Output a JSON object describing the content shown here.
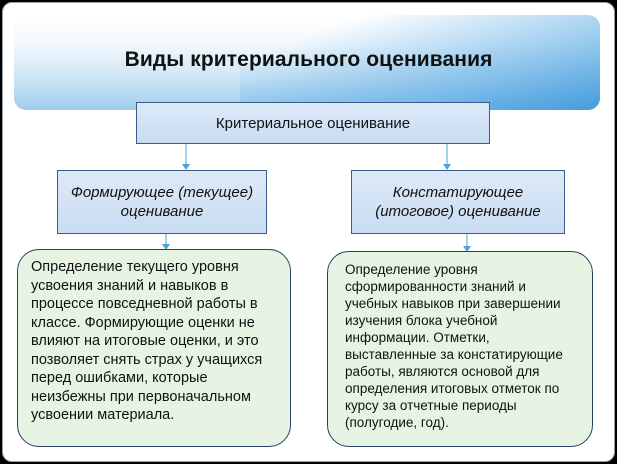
{
  "title": "Виды критериального оценивания",
  "root": {
    "label": "Критериальное оценивание"
  },
  "branches": [
    {
      "label": "Формирующее (текущее) оценивание",
      "description": "Определение текущего уровня усвоения знаний и навыков в процессе повседневной работы в классе. Формирующие оценки не влияют на итоговые оценки, и это позволяет снять страх у учащихся перед ошибками, которые неизбежны при первоначальном усвоении материала."
    },
    {
      "label": "Констатирующее (итоговое) оценивание",
      "description": "Определение уровня сформированности знаний и учебных навыков при завершении изучения блока учебной информации. Отметки, выставленные за констатирующие работы, являются основой для определения итоговых отметок по курсу за отчетные периоды (полугодие, год)."
    }
  ],
  "colors": {
    "box_fill": "#c9dcf2",
    "box_border": "#3a5c8a",
    "description_fill": "#e7f4e4",
    "connector": "#4da3d8"
  }
}
